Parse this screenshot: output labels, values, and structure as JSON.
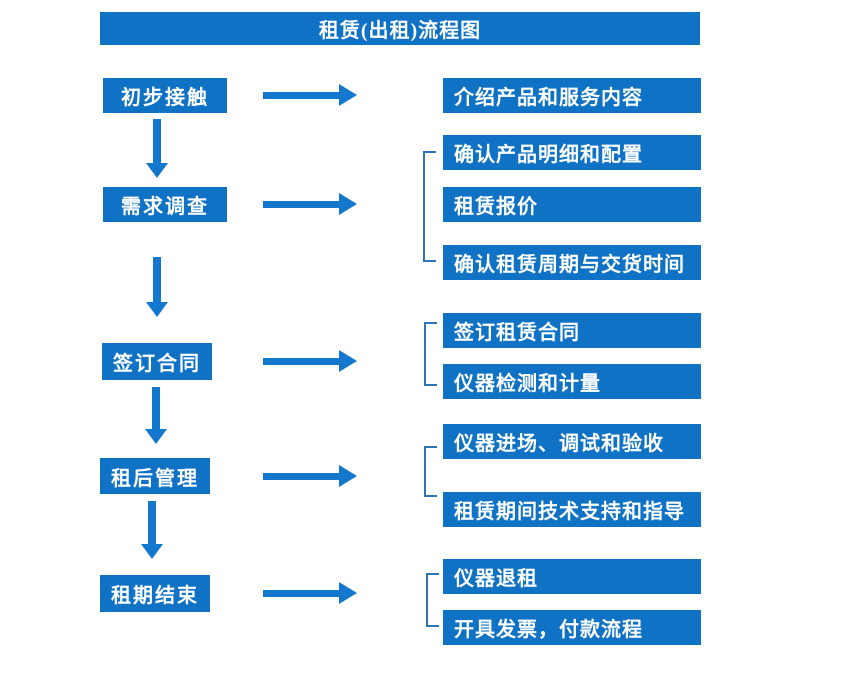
{
  "title": "租赁(出租)流程图",
  "colors": {
    "box_fill": "#0f72c4",
    "arrow": "#1377cd",
    "bracket": "#2e75b6",
    "text": "#ffffff",
    "background": "#ffffff"
  },
  "flow": {
    "steps": [
      {
        "label": "初步接触",
        "details": [
          "介绍产品和服务内容"
        ]
      },
      {
        "label": "需求调查",
        "details": [
          "确认产品明细和配置",
          "租赁报价",
          "确认租赁周期与交货时间"
        ]
      },
      {
        "label": "签订合同",
        "details": [
          "签订租赁合同",
          "仪器检测和计量"
        ]
      },
      {
        "label": "租后管理",
        "details": [
          "仪器进场、调试和验收",
          "租赁期间技术支持和指导"
        ]
      },
      {
        "label": "租期结束",
        "details": [
          "仪器退租",
          "开具发票，付款流程"
        ]
      }
    ]
  }
}
